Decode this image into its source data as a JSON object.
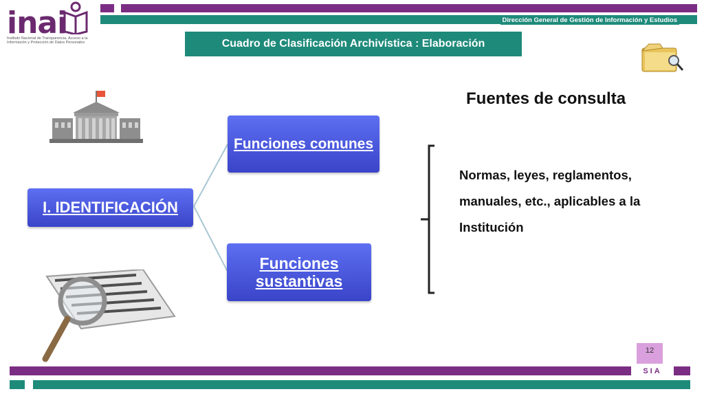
{
  "logo": {
    "name": "inai",
    "subtitle": "Instituto Nacional de Transparencia, Acceso a la Información y Protección de Datos Personales"
  },
  "header": {
    "department": "Dirección General de Gestión de Información y Estudios",
    "title": "Cuadro de Clasificación Archivística : Elaboración"
  },
  "diagram": {
    "root": "I. IDENTIFICACIÓN",
    "branch_top": "Funciones comunes",
    "branch_bottom": "Funciones sustantivas"
  },
  "sources": {
    "title": "Fuentes de consulta",
    "text": "Normas, leyes, reglamentos, manuales, etc., aplicables a la Institución"
  },
  "footer": {
    "page": "12",
    "label": "SIA"
  },
  "colors": {
    "purple": "#7b2d83",
    "teal": "#1e8a7a",
    "node_blue": "#4a56dc",
    "page_badge": "#d9a0dd"
  },
  "icons": [
    "building-icon",
    "folder-search-icon",
    "magnifier-document-icon"
  ]
}
